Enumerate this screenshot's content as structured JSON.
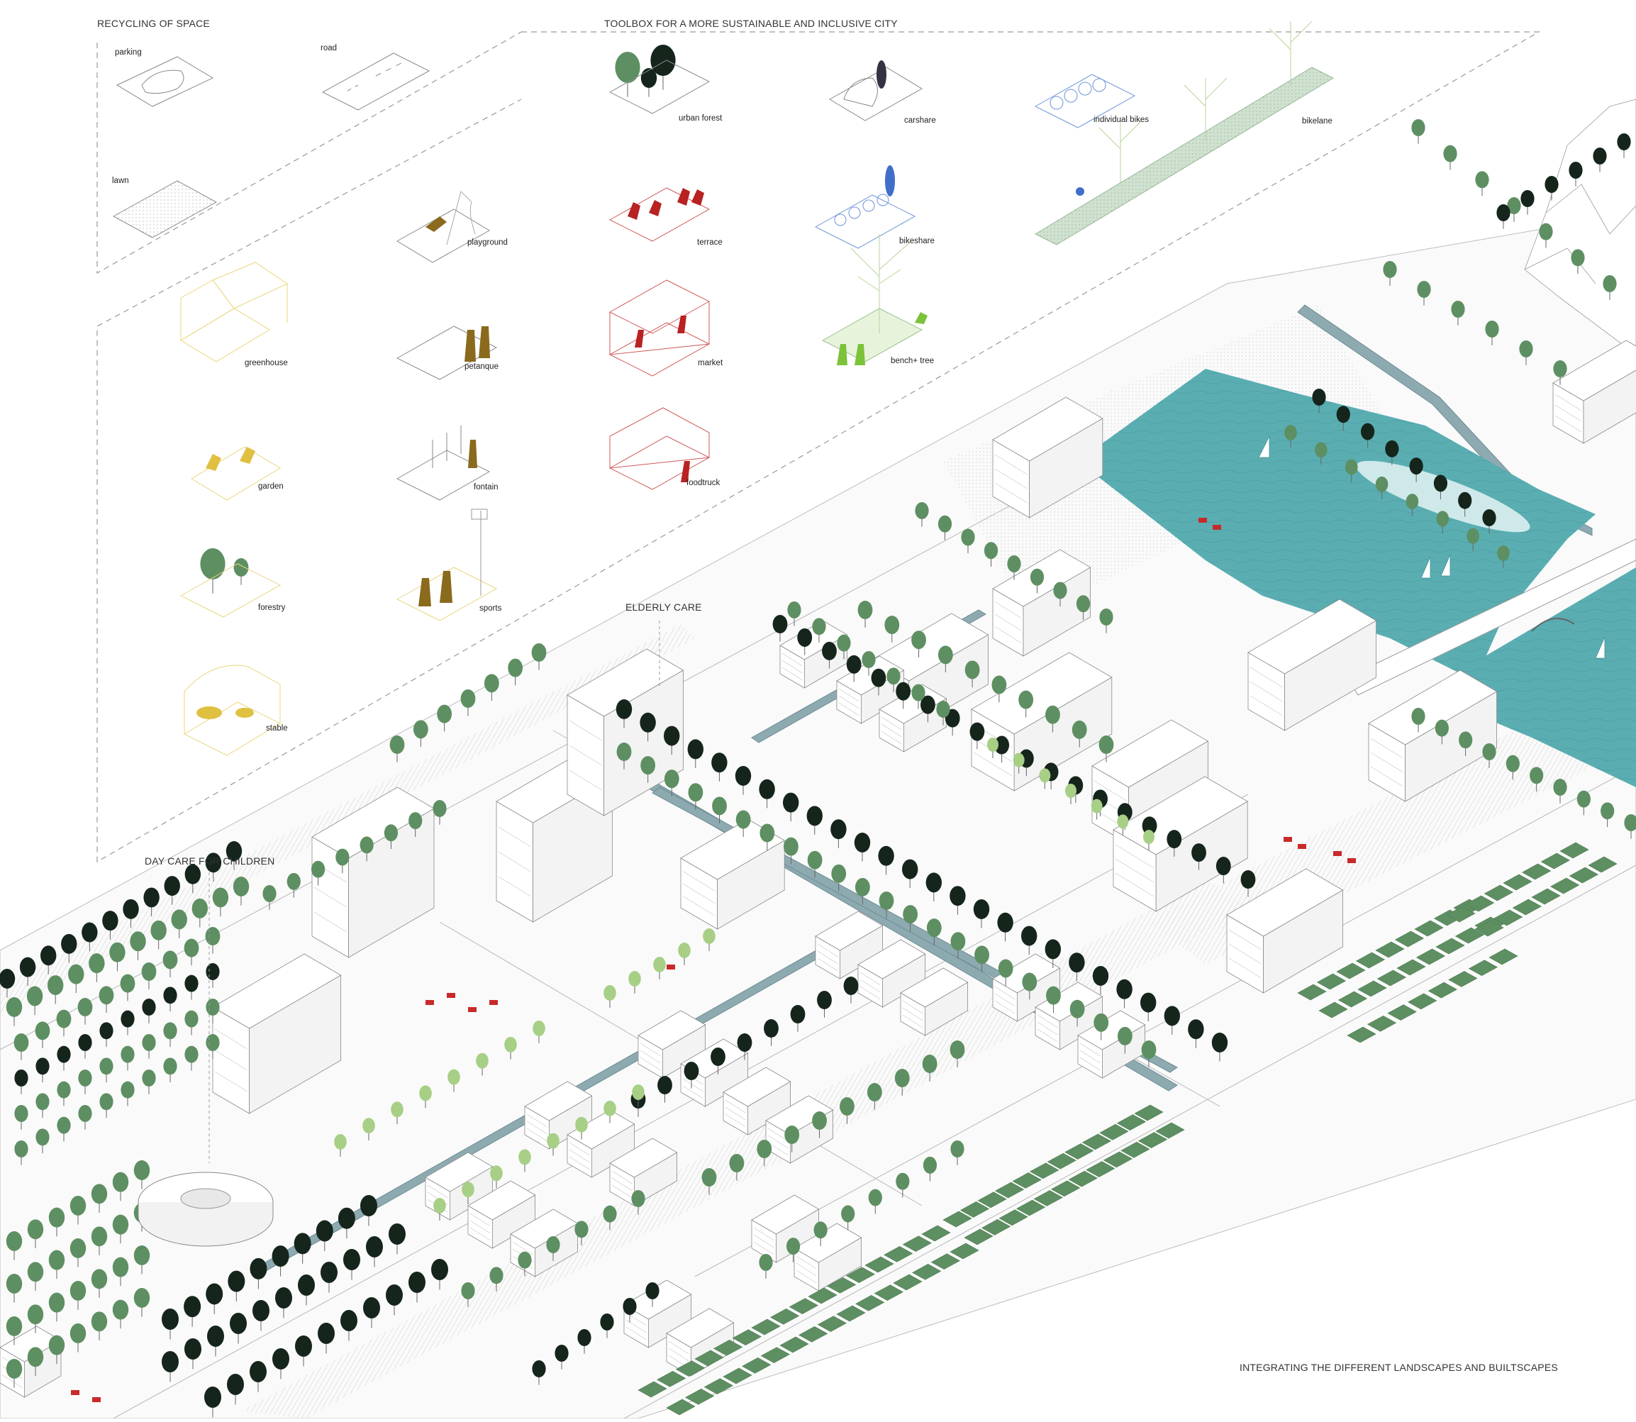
{
  "headings": {
    "recycling": "RECYCLING OF SPACE",
    "toolbox": "TOOLBOX FOR A MORE SUSTAINABLE AND INCLUSIVE CITY",
    "elderly": "ELDERLY CARE",
    "daycare": "DAY CARE FOR CHILDREN",
    "integrating": "INTEGRATING THE DIFFERENT LANDSCAPES AND BUILTSCAPES"
  },
  "recycling_items": {
    "parking": "parking",
    "road": "road",
    "lawn": "lawn",
    "playground": "playground",
    "greenhouse": "greenhouse",
    "petanque": "petanque",
    "garden": "garden",
    "fontain": "fontain",
    "forestry": "forestry",
    "sports": "sports",
    "stable": "stable"
  },
  "toolbox_items": {
    "urban_forest": "urban forest",
    "carshare": "carshare",
    "individual_bikes": "individual bikes",
    "bikelane": "bikelane",
    "terrace": "terrace",
    "bikeshare": "bikeshare",
    "market": "market",
    "bench_tree": "bench+ tree",
    "foodtruck": "foodtruck"
  },
  "colors": {
    "water": "#5aaeb2",
    "water_dark": "#3f8f94",
    "tree_green": "#5e8f62",
    "tree_dark": "#15251c",
    "tree_light": "#a8cf86",
    "canal": "#7f9fa8",
    "yellow": "#e0c040",
    "ochre": "#8a6a1c",
    "red": "#c82a2a",
    "blue": "#3d6fc9",
    "lime": "#7cc23a",
    "line": "#8a8a8a"
  }
}
